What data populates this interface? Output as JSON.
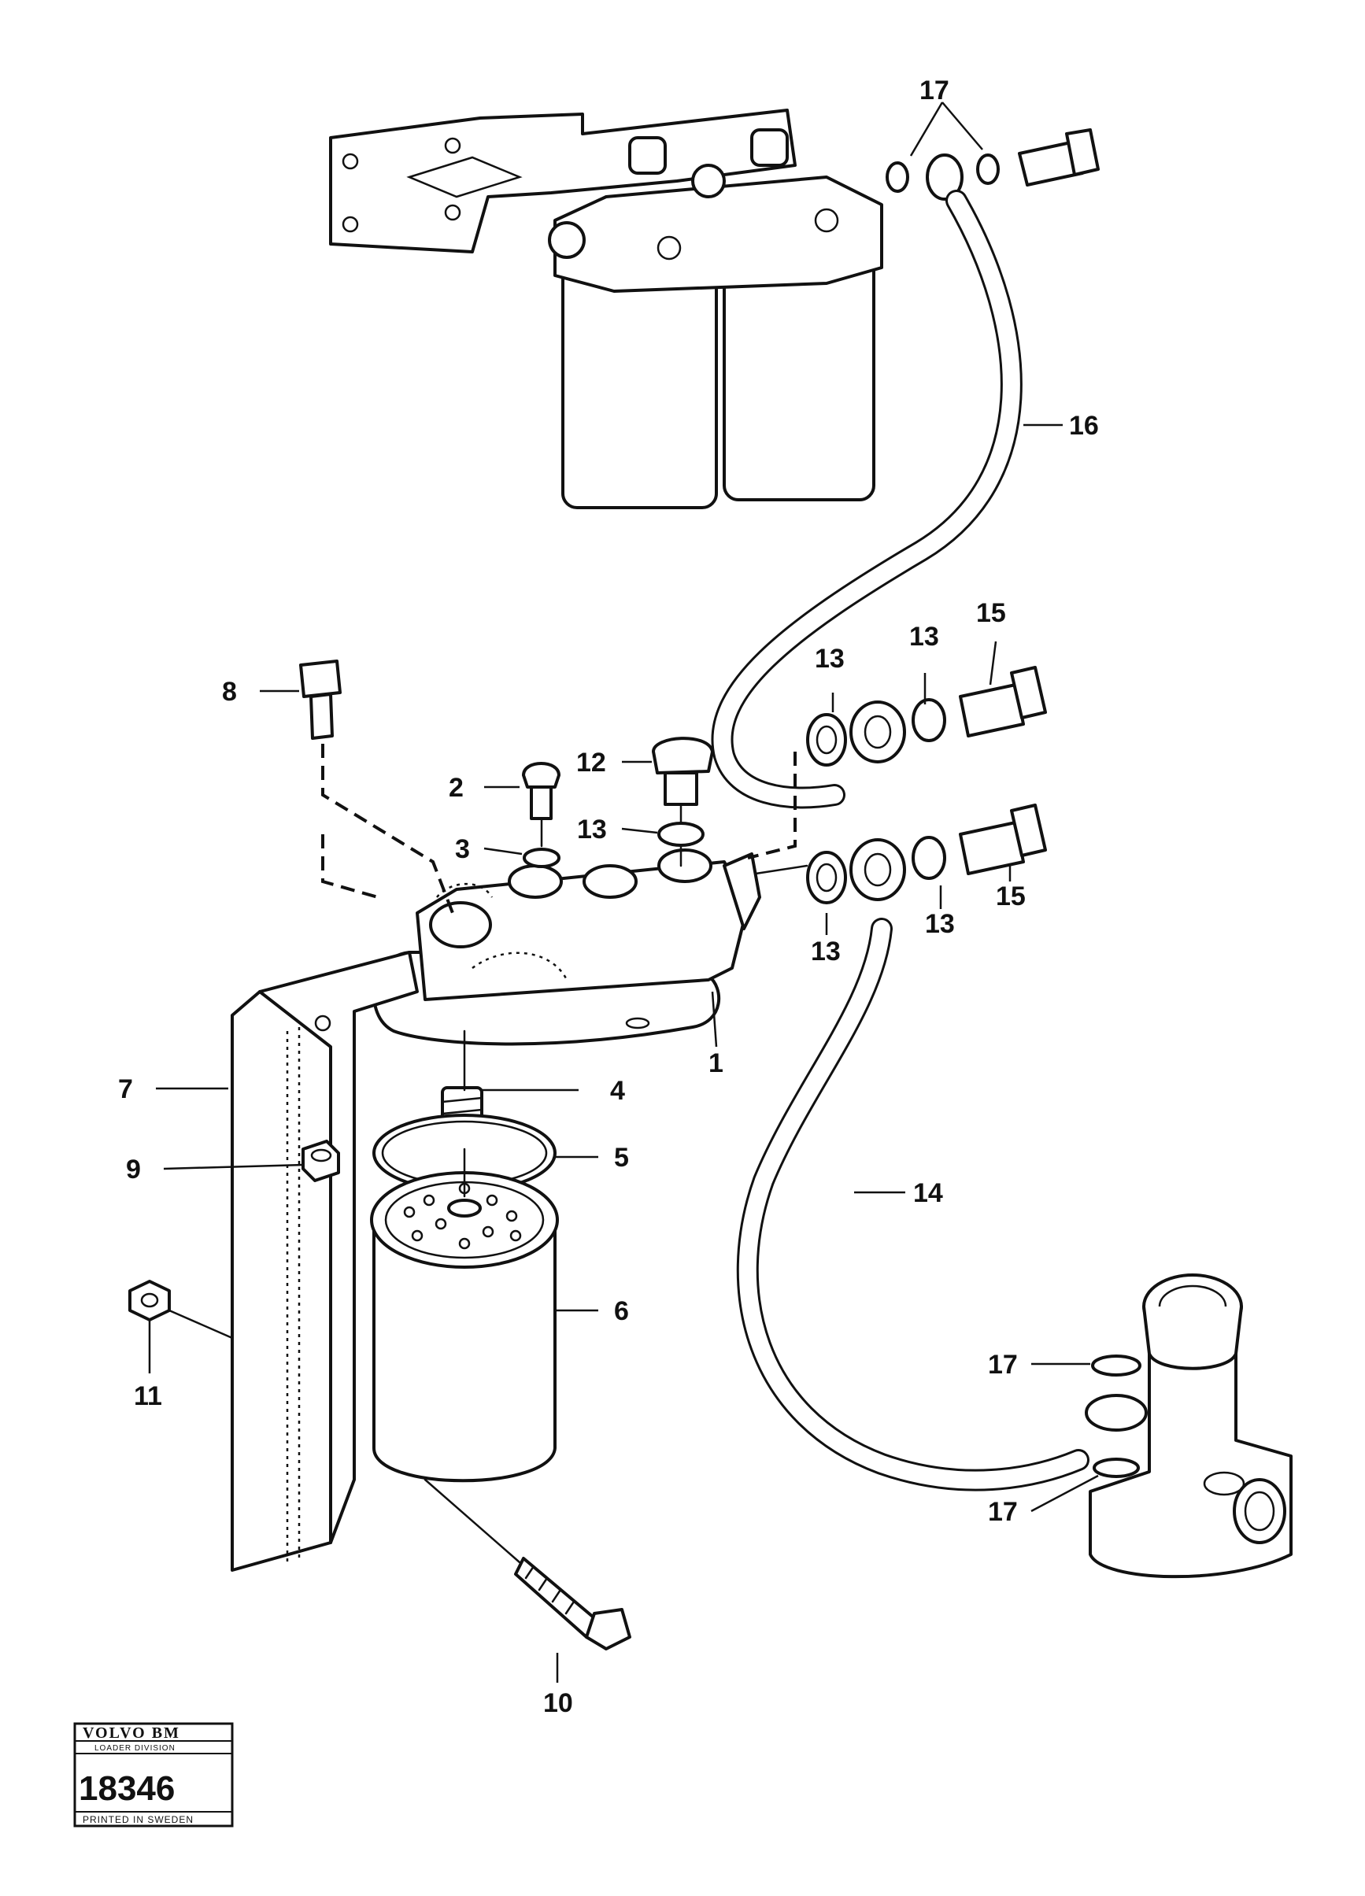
{
  "callouts": {
    "c1": "1",
    "c2": "2",
    "c3": "3",
    "c4": "4",
    "c5": "5",
    "c6": "6",
    "c7": "7",
    "c8": "8",
    "c9": "9",
    "c10": "10",
    "c11": "11",
    "c12": "12",
    "c13a": "13",
    "c13b": "13",
    "c13c": "13",
    "c13d": "13",
    "c13e": "13",
    "c14": "14",
    "c15a": "15",
    "c15b": "15",
    "c16": "16",
    "c17a": "17",
    "c17b": "17",
    "c17c": "17"
  },
  "plate": {
    "brand": "VOLVO BM",
    "division": "LOADER DIVISION",
    "number": "18346",
    "footer": "PRINTED IN SWEDEN"
  }
}
